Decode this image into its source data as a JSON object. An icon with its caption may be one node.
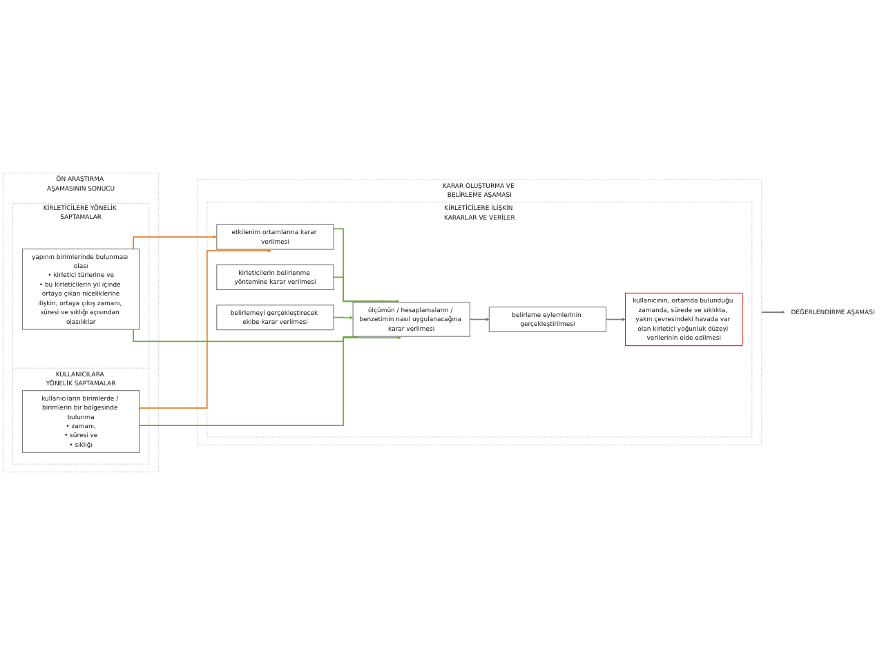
{
  "diagram": {
    "nodes": [
      {
        "text": [
          "ÖN ARAŞTIRMA AŞAMASININ SONUCU"
        ]
      },
      {
        "text": [
          "KİRLETİCİLERE YÖNELİK SAPTAMALAR"
        ],
        "in": 0
      },
      {
        "text": [
          "yapının birimlerinde bulunması olası",
          "• kirletici türlerine ve",
          "• bu kirleticilerin yıl içinde ortaya çıkan niceliklerine",
          "ilişkin, ortaya çıkış zamanı, süresi ve sıklığı açısından olasılıklar"
        ],
        "in": 1
      },
      {
        "text": [
          "KULLANICILARA YÖNELİK SAPTAMALAR"
        ],
        "in": 0
      },
      {
        "text": [
          "kullanıcıların birimlerde / birimlerin bir bölgesinde bulunma",
          "• zamanı,",
          "• süresi ve",
          "• sıklığı"
        ],
        "in": 3
      },
      {
        "text": [
          "KARAR OLUŞTURMA VE BELİRLEME AŞAMASI"
        ]
      },
      {
        "text": [
          "KİRLETİCİLERE İLİŞKİN KARARLAR VE VERİLER"
        ],
        "in": 5
      },
      {
        "text": [
          "etkilenim ortamlarına karar verilmesi"
        ],
        "in": 6
      },
      {
        "text": [
          "kirleticilerin belirlenme yöntemine karar verilmesi"
        ],
        "in": 6
      },
      {
        "text": [
          "belirlemeyi gerçekleştirecek ekibe karar verilmesi"
        ],
        "in": 6
      },
      {
        "text": [
          "ölçümün / hesaplamaların / benzetimin nasıl uygulanacağına karar verilmesi"
        ],
        "in": 6
      },
      {
        "text": [
          "belirleme eylemlerinin gerçekleştirilmesi"
        ],
        "in": 6
      },
      {
        "text": [
          "kullanıcının, ortamda bulunduğu zamanda, sürede ve sıklıkta, yakın çevresindeki havada var olan kirletici yoğunluk düzeyi verilerinin elde edilmesi"
        ],
        "in": 6
      },
      {
        "text": [
          "DEĞERLENDİRME AŞAMASI"
        ]
      }
    ],
    "edges": [
      {
        "from": 2,
        "to": 7,
        "arrow": "to",
        "color": "#e07b24"
      },
      {
        "from": 4,
        "to": 7,
        "arrow": "to",
        "color": "#e07b24"
      },
      {
        "from": 2,
        "to": 10,
        "arrow": "to"
      },
      {
        "from": 4,
        "to": 10,
        "arrow": "to"
      },
      {
        "from": 7,
        "to": 10,
        "arrow": "to"
      },
      {
        "from": 8,
        "to": 10,
        "arrow": "to"
      },
      {
        "from": 9,
        "to": 10,
        "arrow": "to"
      },
      {
        "from": 10,
        "to": 11,
        "arrow": "to",
        "color": "#7a7a7a"
      },
      {
        "from": 11,
        "to": 12,
        "arrow": "to",
        "color": "#7a7a7a"
      },
      {
        "from": 5,
        "to": 13,
        "arrow": "to",
        "color": "#7a7a7a"
      }
    ]
  }
}
